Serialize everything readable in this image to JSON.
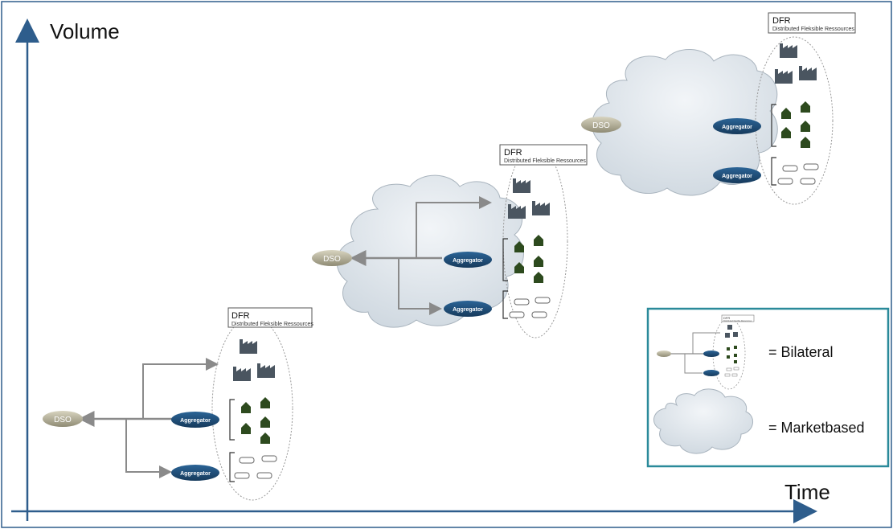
{
  "axes": {
    "y_label": "Volume",
    "x_label": "Time"
  },
  "dso_label": "DSO",
  "aggregator_label": "Aggregator",
  "dfr_title": "DFR",
  "dfr_subtitle": "Distributed Fleksible Ressources",
  "legend": {
    "bilateral": "= Bilateral",
    "marketbased": "= Marketbased",
    "mini_dfr_title": "DFR",
    "mini_dfr_subtitle": "Distributed Flexible Ressources"
  },
  "colors": {
    "axis": "#2e5d8c",
    "aggregator": "#1f4e79",
    "house": "#2d4a1e",
    "factory": "#4a5560",
    "cloud": "#dfe6ec",
    "legend_border": "#2a8a9a",
    "dso": "#a8a48e"
  }
}
